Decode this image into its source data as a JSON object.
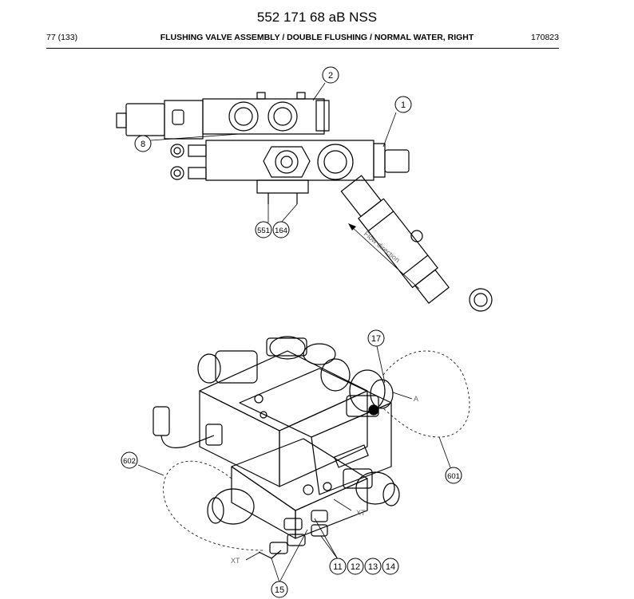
{
  "page": {
    "title": "552 171 68 aB NSS",
    "page_number": "77 (133)",
    "heading": "FLUSHING VALVE ASSEMBLY / DOUBLE FLUSHING / NORMAL WATER, RIGHT",
    "code": "170823"
  },
  "diagram": {
    "flow_label": "Flow direction",
    "labels": {
      "a": "A",
      "xt_right": "XT",
      "xt_left": "XT"
    },
    "callouts": {
      "c1": "1",
      "c2": "2",
      "c8": "8",
      "c551": "551",
      "c164": "164",
      "c17": "17",
      "c601": "601",
      "c602": "602",
      "c11": "11",
      "c12": "12",
      "c13": "13",
      "c14": "14",
      "c15": "15"
    }
  }
}
